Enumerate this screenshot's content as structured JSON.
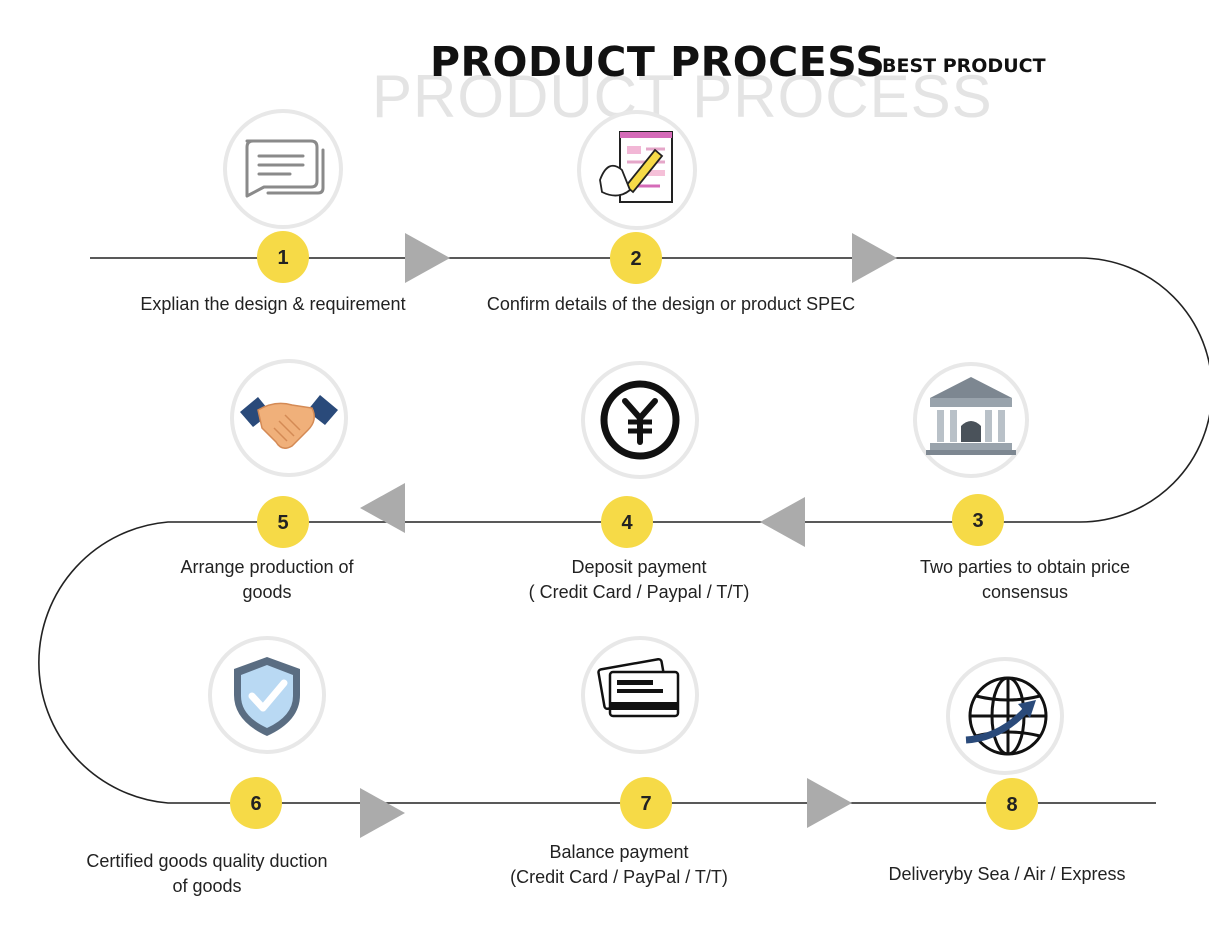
{
  "header": {
    "title": "PRODUCT PROCESS",
    "subtitle": "BEST PRODUCT",
    "watermark": "PRODUCT PROCESS"
  },
  "colors": {
    "badge": "#F6DA47",
    "arrow": "#ABABAB",
    "line": "#222222",
    "icon_dark": "#111111",
    "icon_blue": "#2A4A7A"
  },
  "steps": [
    {
      "number": "1",
      "label_lines": [
        "Explian the design & requirement"
      ],
      "icon": "chat-bubble-icon"
    },
    {
      "number": "2",
      "label_lines": [
        "Confirm details of the design or product SPEC"
      ],
      "icon": "document-pen-icon"
    },
    {
      "number": "3",
      "label_lines": [
        "Two parties to obtain price",
        "consensus"
      ],
      "icon": "bank-icon"
    },
    {
      "number": "4",
      "label_lines": [
        "Deposit payment",
        "( Credit Card / Paypal / T/T)"
      ],
      "icon": "yen-coin-icon"
    },
    {
      "number": "5",
      "label_lines": [
        "Arrange production of",
        "goods"
      ],
      "icon": "handshake-icon"
    },
    {
      "number": "6",
      "label_lines": [
        "Certified goods quality duction",
        "of goods"
      ],
      "icon": "shield-check-icon"
    },
    {
      "number": "7",
      "label_lines": [
        "Balance payment",
        "(Credit Card / PayPal / T/T)"
      ],
      "icon": "credit-card-icon"
    },
    {
      "number": "8",
      "label_lines": [
        "Deliveryby Sea / Air / Express"
      ],
      "icon": "globe-arrow-icon"
    }
  ]
}
